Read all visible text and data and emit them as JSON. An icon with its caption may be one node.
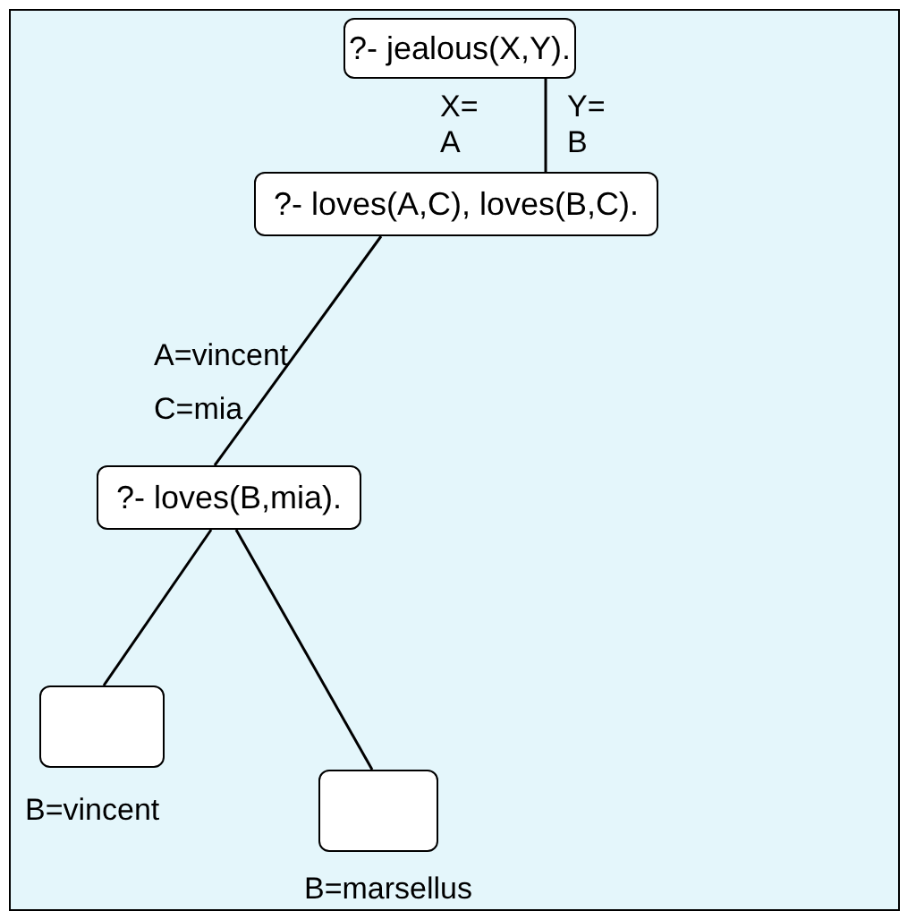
{
  "diagram": {
    "nodes": [
      {
        "text": [
          "?- jealous(X,Y)."
        ]
      },
      {
        "text": [
          "?- loves(A,C), loves(B,C)."
        ]
      },
      {
        "text": [
          "?- loves(B,mia)."
        ]
      },
      {
        "text": [],
        "shape": "box",
        "beside": [
          "B=vincent"
        ]
      },
      {
        "text": [],
        "shape": "box",
        "beside": [
          "B=marsellus"
        ]
      }
    ],
    "edges": [
      {
        "from": 0,
        "to": 1,
        "arrow": "none"
      },
      {
        "from": 1,
        "to": 2,
        "arrow": "none",
        "label": "A=vincent C=mia"
      },
      {
        "from": 2,
        "to": 3,
        "arrow": "none"
      },
      {
        "from": 2,
        "to": 4,
        "arrow": "none"
      }
    ],
    "labels": [
      "X= A",
      "Y= B"
    ]
  }
}
